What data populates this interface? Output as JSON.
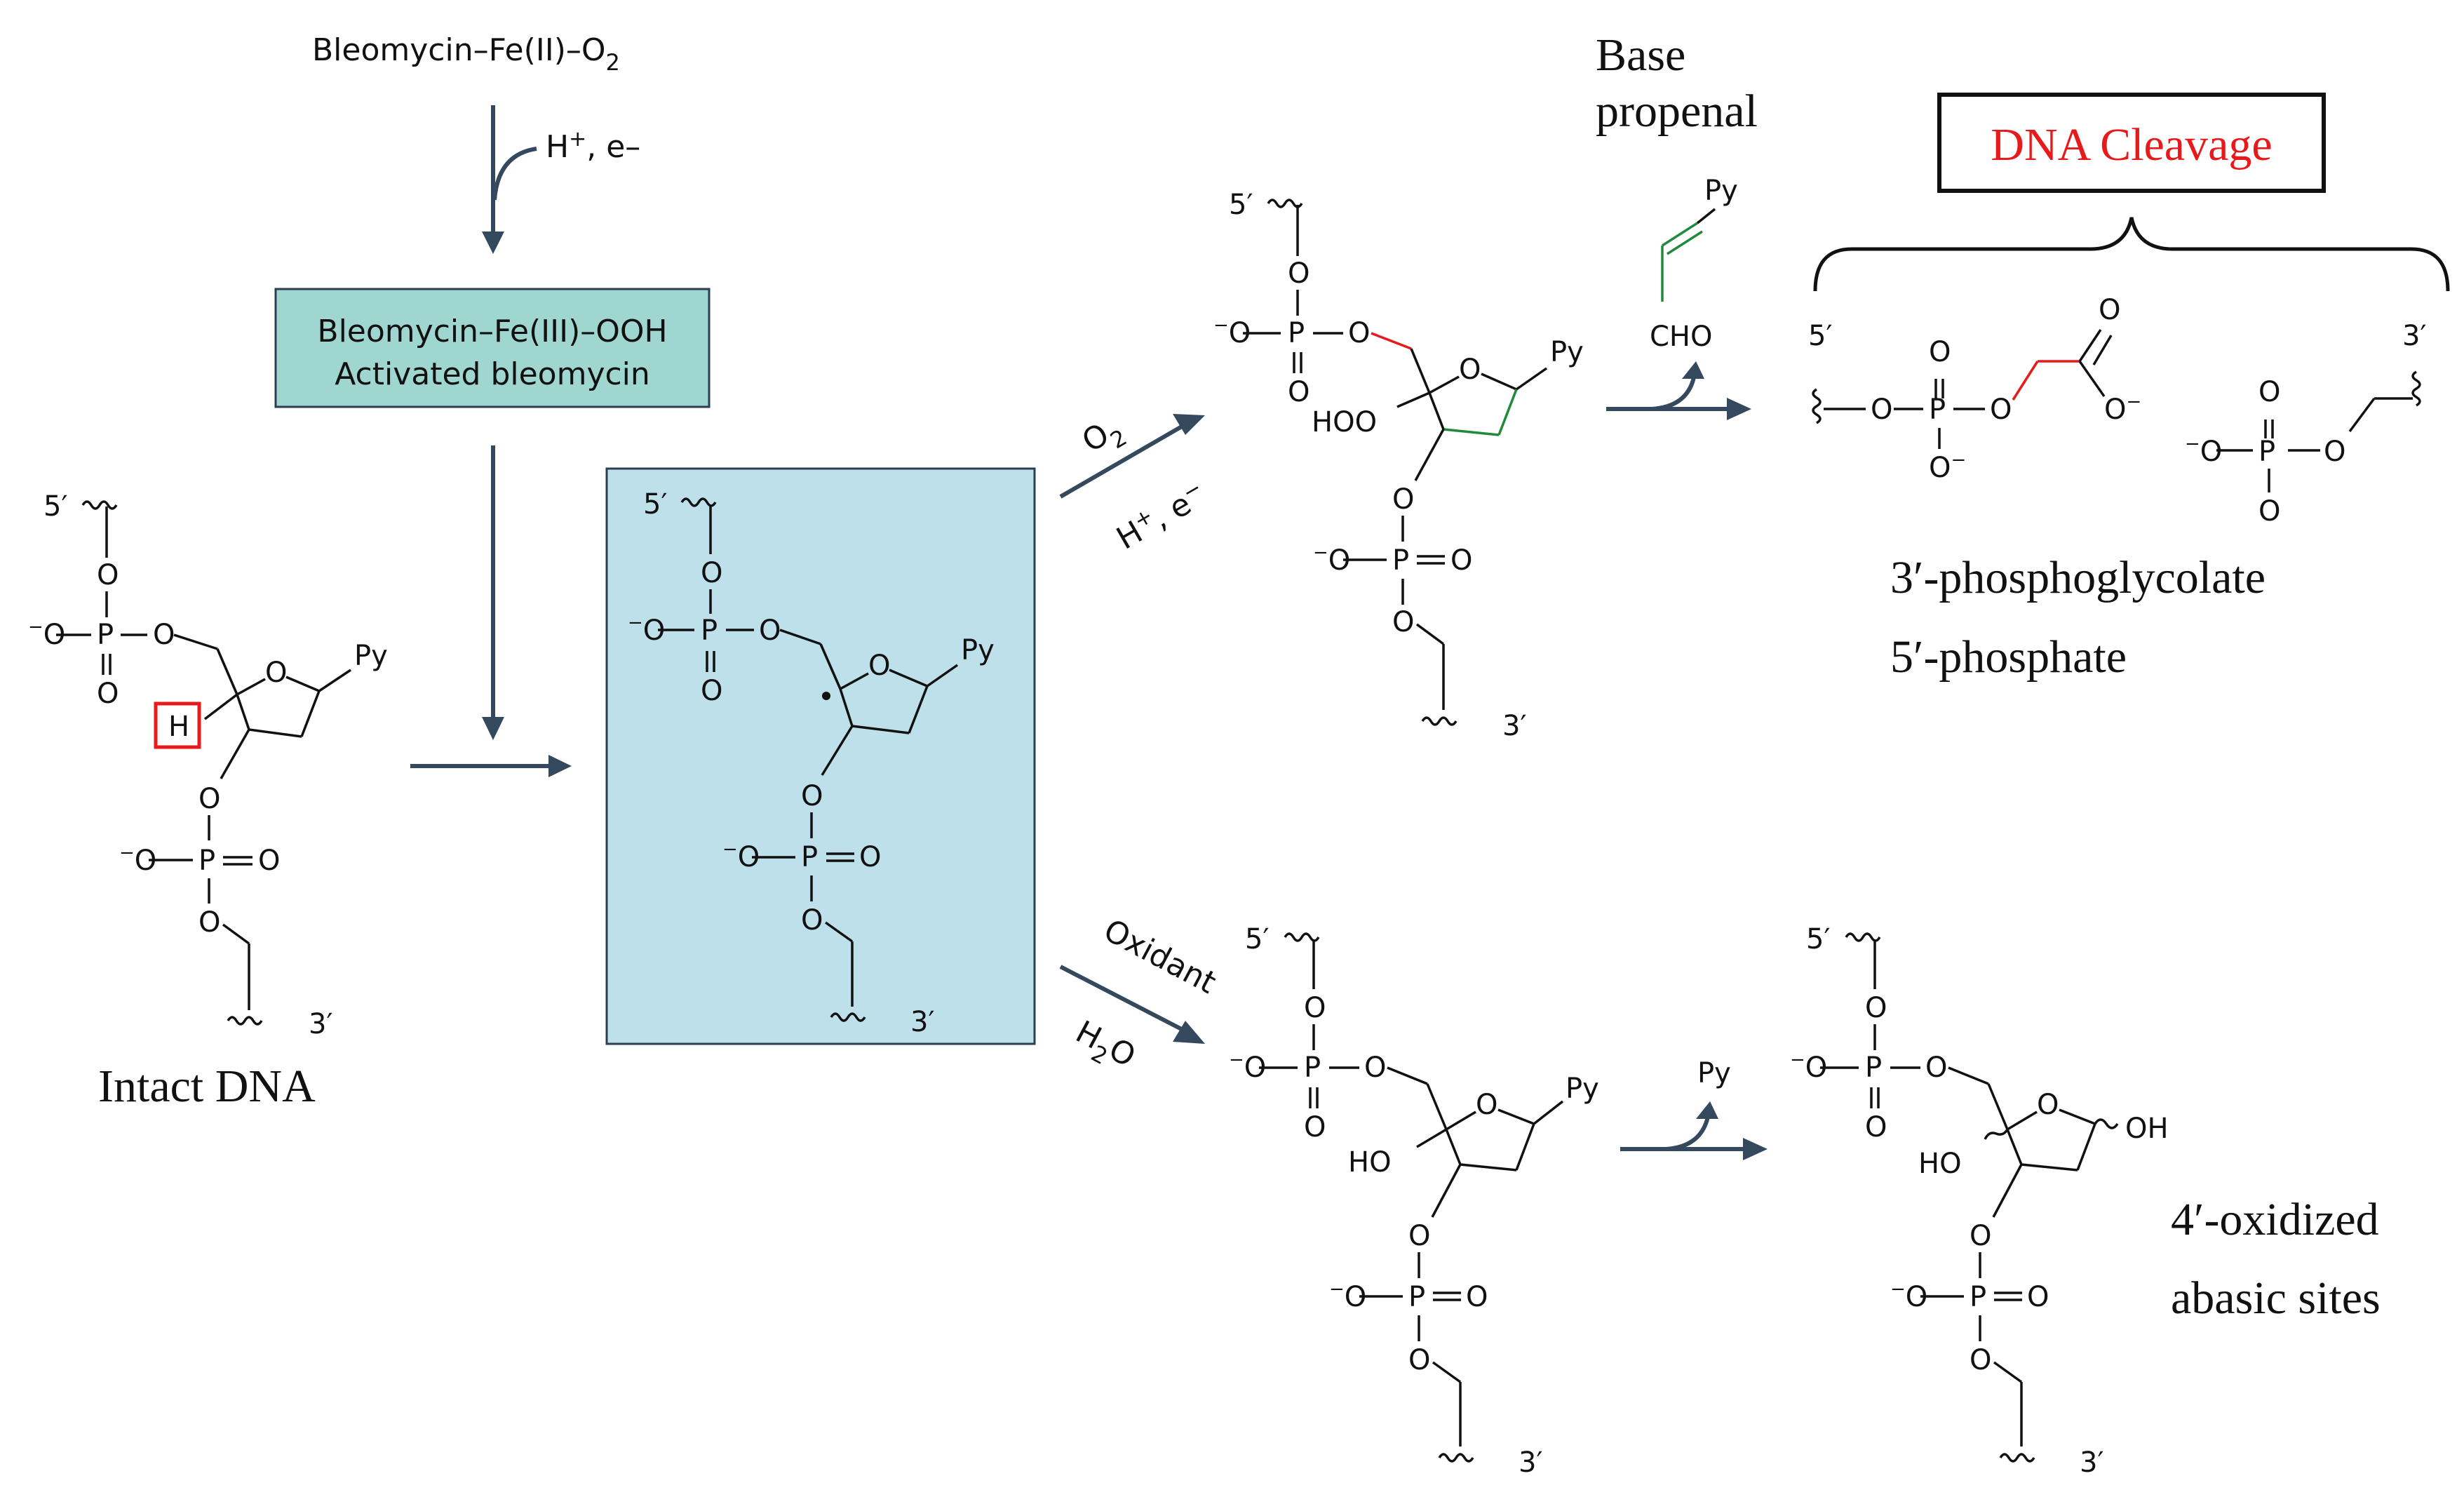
{
  "top": {
    "reagent": "Bleomycin–Fe(II)–O",
    "reagent_sub": "2",
    "step_label_sup_pre": "H",
    "step_label_sup": "+",
    "step_label_post": ", e–",
    "activated_line1": "Bleomycin–Fe(III)–OOH",
    "activated_line2": "Activated bleomycin"
  },
  "atoms": {
    "O": "O",
    "P": "P",
    "Py": "Py",
    "H": "H",
    "HOO": "HOO",
    "HO": "HO",
    "OH": "OH",
    "O_minus": "O",
    "minus": "−",
    "eq": "=",
    "CHO": "CHO"
  },
  "ends": {
    "five": "5′",
    "three": "3′"
  },
  "labels": {
    "intact": "Intact DNA",
    "base_propenal_1": "Base",
    "base_propenal_2": "propenal",
    "cleavage": "DNA Cleavage",
    "phosphoglycolate": "3′-phosphoglycolate",
    "phosphate": "5′-phosphate",
    "oxidized_1": "4′-oxidized",
    "oxidized_2": "abasic sites"
  },
  "arrows": {
    "upper_reagent": "O",
    "upper_reagent_sub": "2",
    "upper_below": "H",
    "upper_below_sup": "+",
    "upper_below_post": ", e",
    "upper_below_sup2": "−",
    "lower_reagent": "Oxidant",
    "lower_below": "H",
    "lower_below_sub": "2",
    "lower_below_post": "O"
  },
  "colors": {
    "arrow": "#34495e",
    "activated_box": "#9fd6cf",
    "radical_box": "#bde0ea",
    "highlight_red": "#e8191b",
    "propenal_green": "#1f8a3a",
    "cleavage_text": "#e8191b"
  }
}
